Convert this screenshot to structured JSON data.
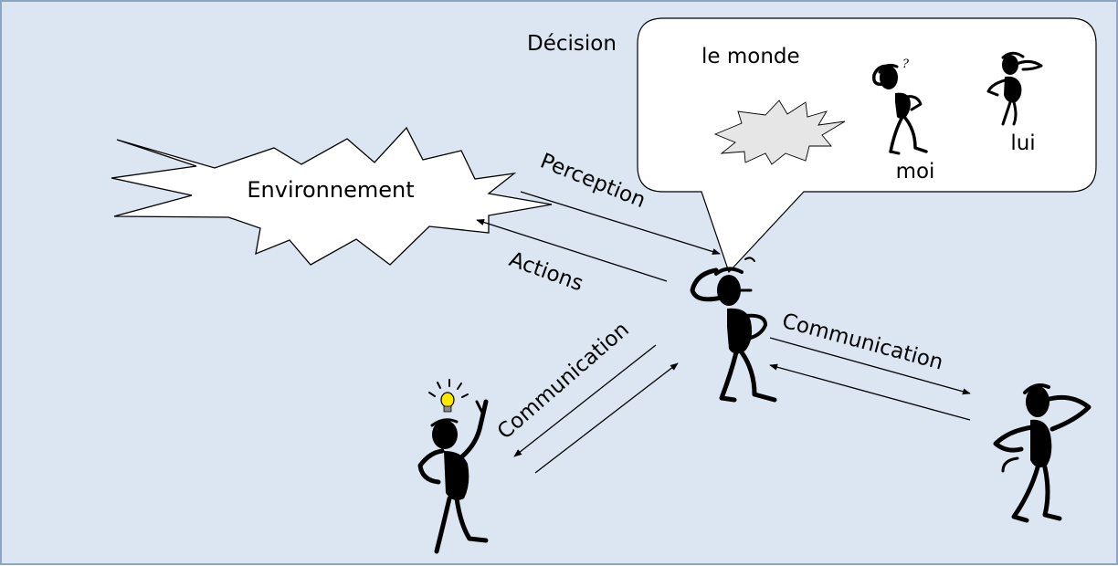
{
  "colors": {
    "background": "#dce6f2",
    "border": "#8da4c4",
    "figure": "#000000",
    "bubble_fill": "#ffffff",
    "burst_small_fill": "#e6e6e6",
    "bulb": "#ffe600"
  },
  "labels": {
    "environment": "Environnement",
    "perception": "Perception",
    "actions": "Actions",
    "communication_right": "Communication",
    "communication_left": "Communication",
    "decision": "Décision",
    "bubble_world": "le monde",
    "bubble_me": "moi",
    "bubble_him": "lui"
  },
  "icons": {
    "central_agent": "thinking-stick-figure-icon",
    "idea_agent": "stick-figure-with-lightbulb-icon",
    "right_agent": "stick-figure-scratching-head-icon",
    "bubble_me": "confused-stick-figure-icon",
    "bubble_him": "stick-figure-icon",
    "environment": "starburst-icon",
    "world": "small-starburst-icon",
    "bulb": "lightbulb-icon"
  }
}
